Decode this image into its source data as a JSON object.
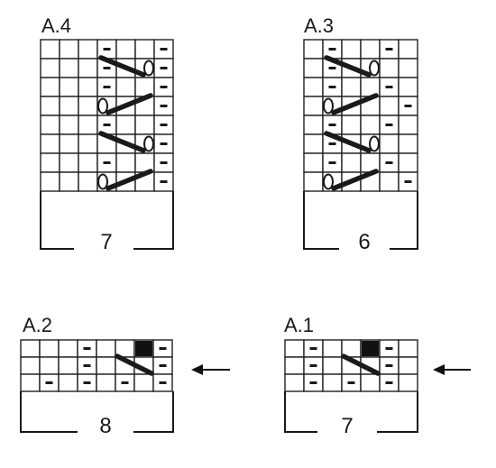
{
  "charts": [
    {
      "id": "A4",
      "label": "A.4",
      "stitch_count": "7",
      "cols": 7,
      "rows": 8,
      "purl_cells": [
        [
          0,
          3
        ],
        [
          0,
          6
        ],
        [
          1,
          3
        ],
        [
          1,
          6
        ],
        [
          2,
          3
        ],
        [
          2,
          6
        ],
        [
          3,
          6
        ],
        [
          4,
          3
        ],
        [
          4,
          6
        ],
        [
          5,
          6
        ],
        [
          6,
          3
        ],
        [
          6,
          6
        ],
        [
          7,
          6
        ]
      ],
      "cable_cells": [
        {
          "row": 1,
          "dir": "right-loop"
        },
        {
          "row": 3,
          "dir": "left-loop"
        },
        {
          "row": 5,
          "dir": "right-loop"
        },
        {
          "row": 7,
          "dir": "left-loop"
        }
      ],
      "black_cells": [],
      "arrow": false
    },
    {
      "id": "A3",
      "label": "A.3",
      "stitch_count": "6",
      "cols": 6,
      "rows": 8,
      "purl_cells": [
        [
          0,
          1
        ],
        [
          0,
          4
        ],
        [
          1,
          1
        ],
        [
          2,
          1
        ],
        [
          2,
          4
        ],
        [
          3,
          5
        ],
        [
          4,
          1
        ],
        [
          4,
          4
        ],
        [
          5,
          1
        ],
        [
          6,
          1
        ],
        [
          6,
          4
        ],
        [
          7,
          5
        ]
      ],
      "cable_cells": [
        {
          "row": 1,
          "dir": "right-loop"
        },
        {
          "row": 3,
          "dir": "left-loop"
        },
        {
          "row": 5,
          "dir": "right-loop"
        },
        {
          "row": 7,
          "dir": "left-loop"
        }
      ],
      "black_cells": [],
      "arrow": false
    },
    {
      "id": "A2",
      "label": "A.2",
      "stitch_count": "8",
      "cols": 8,
      "rows": 3,
      "purl_cells": [
        [
          0,
          3
        ],
        [
          0,
          7
        ],
        [
          1,
          3
        ],
        [
          1,
          7
        ],
        [
          2,
          1
        ],
        [
          2,
          3
        ],
        [
          2,
          5
        ],
        [
          2,
          7
        ]
      ],
      "cable_cells": [
        {
          "row": 1,
          "dir": "plain"
        }
      ],
      "black_cells": [
        [
          0,
          6
        ]
      ],
      "arrow": true
    },
    {
      "id": "A1",
      "label": "A.1",
      "stitch_count": "7",
      "cols": 7,
      "rows": 3,
      "purl_cells": [
        [
          0,
          1
        ],
        [
          0,
          5
        ],
        [
          1,
          1
        ],
        [
          1,
          5
        ],
        [
          2,
          1
        ],
        [
          2,
          3
        ],
        [
          2,
          5
        ]
      ],
      "cable_cells": [
        {
          "row": 1,
          "dir": "plain"
        }
      ],
      "black_cells": [
        [
          0,
          4
        ]
      ],
      "arrow": true
    }
  ]
}
